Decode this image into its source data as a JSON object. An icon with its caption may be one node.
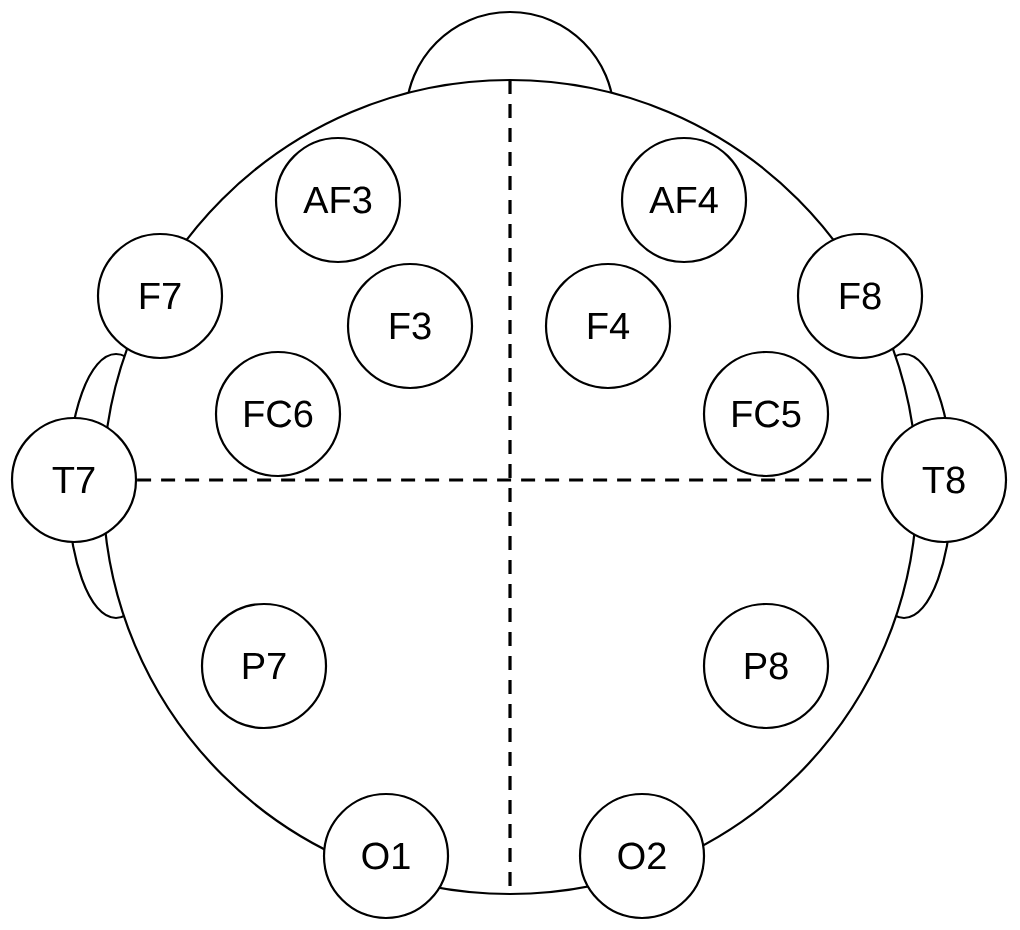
{
  "diagram": {
    "nodes": [
      {
        "text": [
          "AF3"
        ]
      },
      {
        "text": [
          "AF4"
        ]
      },
      {
        "text": [
          "F7"
        ]
      },
      {
        "text": [
          "F3"
        ]
      },
      {
        "text": [
          "F4"
        ]
      },
      {
        "text": [
          "F8"
        ]
      },
      {
        "text": [
          "FC6"
        ]
      },
      {
        "text": [
          "FC5"
        ]
      },
      {
        "text": [
          "T7"
        ]
      },
      {
        "text": [
          "T8"
        ]
      },
      {
        "text": [
          "P7"
        ]
      },
      {
        "text": [
          "P8"
        ]
      },
      {
        "text": [
          "O1"
        ]
      },
      {
        "text": [
          "O2"
        ]
      }
    ],
    "edges": [
      {
        "from": 8,
        "to": 9,
        "arrow": "none",
        "style": "dashed"
      }
    ]
  }
}
